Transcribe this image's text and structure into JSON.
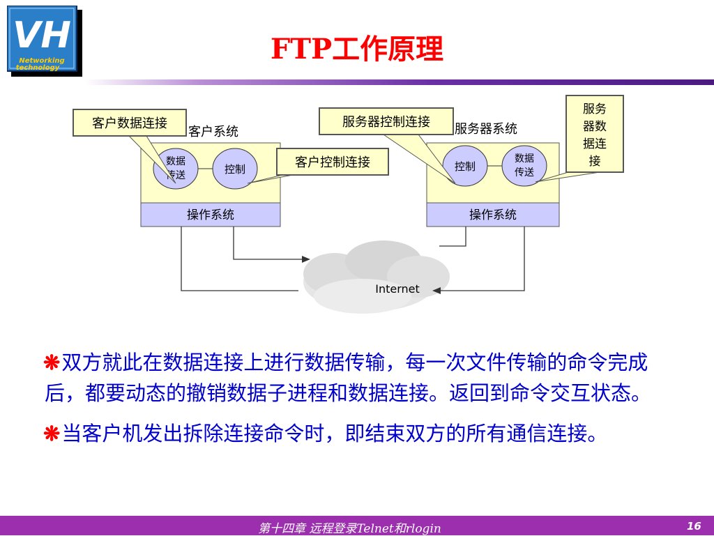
{
  "logo": {
    "letters": "VH",
    "text_line1": "Networking",
    "text_line2": "technology"
  },
  "title": "FTP工作原理",
  "diagram": {
    "client_system_label": "客户系统",
    "server_system_label": "服务器系统",
    "client_data_conn_callout": "客户数据连接",
    "client_ctrl_conn_callout": "客户控制连接",
    "server_ctrl_conn_callout": "服务器控制连接",
    "server_data_conn_callout": [
      "服务",
      "器数",
      "据连",
      "接"
    ],
    "data_transfer": [
      "数据",
      "传送"
    ],
    "control": "控制",
    "os": "操作系统",
    "internet": "Internet"
  },
  "bullets": [
    "双方就此在数据连接上进行数据传输，每一次文件传输的命令完成后，都要动态的撤销数据子进程和数据连接。返回到命令交互状态。",
    "当客户机发出拆除连接命令时，即结束双方的所有通信连接。"
  ],
  "bullet_mark": "❋",
  "footer": {
    "chapter": "第十四章   远程登录Telnet和rlogin",
    "page": "16"
  },
  "colors": {
    "title": "#ff0000",
    "body_text": "#0000cc",
    "footer_bg": "#9b2fae",
    "panel": "#ffffcc",
    "os_bar": "#ccccff",
    "callout": "#ffffcc"
  }
}
